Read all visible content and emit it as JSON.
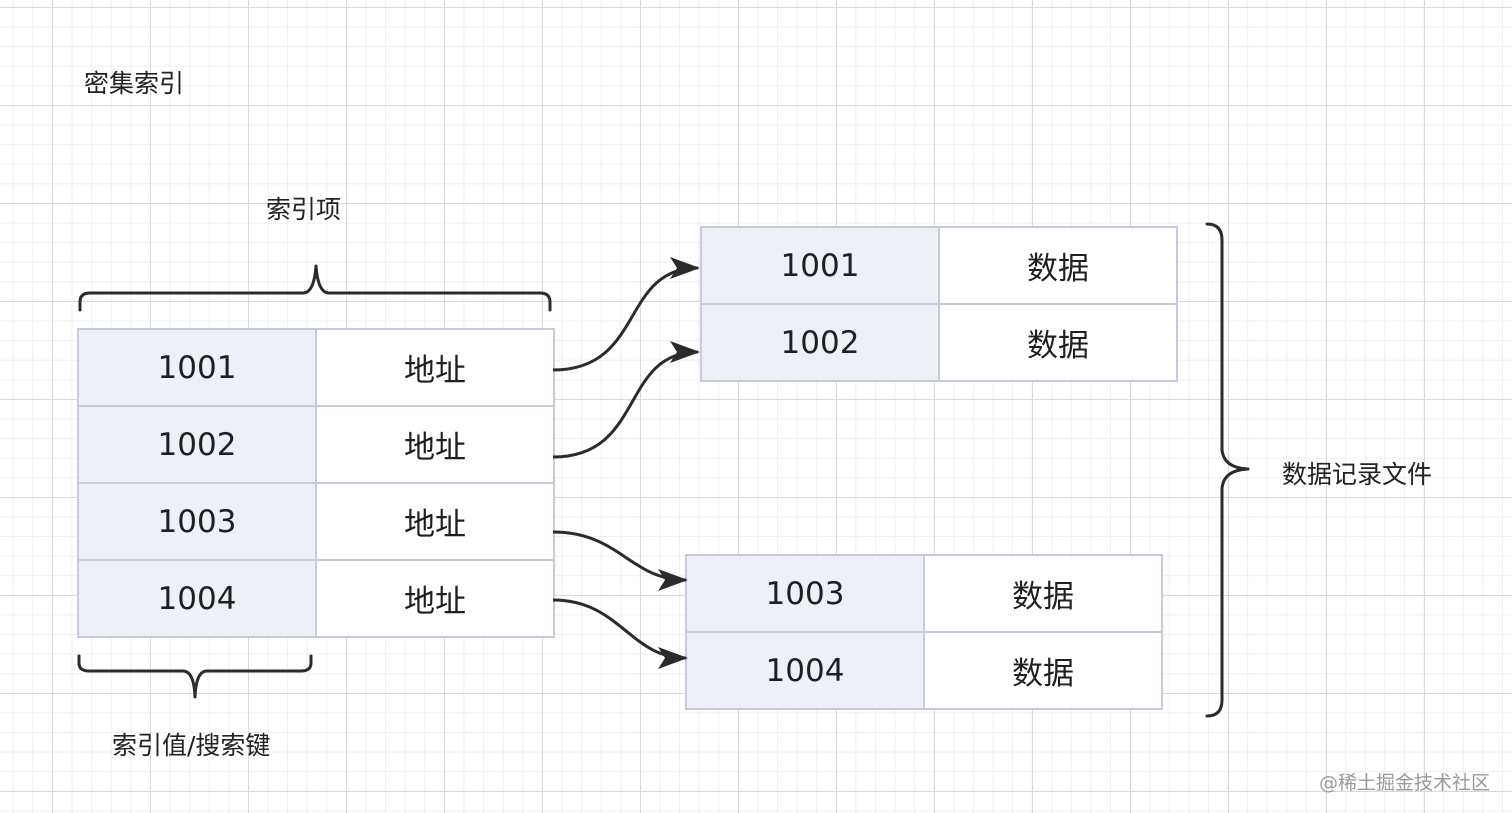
{
  "title": "密集索引",
  "labels": {
    "index_entry": "索引项",
    "index_key": "索引值/搜索键",
    "data_file": "数据记录文件"
  },
  "index_table": {
    "rows": [
      {
        "key": "1001",
        "value": "地址"
      },
      {
        "key": "1002",
        "value": "地址"
      },
      {
        "key": "1003",
        "value": "地址"
      },
      {
        "key": "1004",
        "value": "地址"
      }
    ]
  },
  "data_blocks": [
    {
      "rows": [
        {
          "key": "1001",
          "value": "数据"
        },
        {
          "key": "1002",
          "value": "数据"
        }
      ]
    },
    {
      "rows": [
        {
          "key": "1003",
          "value": "数据"
        },
        {
          "key": "1004",
          "value": "数据"
        }
      ]
    }
  ],
  "watermark": "@稀土掘金技术社区",
  "colors": {
    "cell_border": "#c7c9de",
    "key_cell_fill": "#eef0f8",
    "connector": "#2b2b2b"
  }
}
